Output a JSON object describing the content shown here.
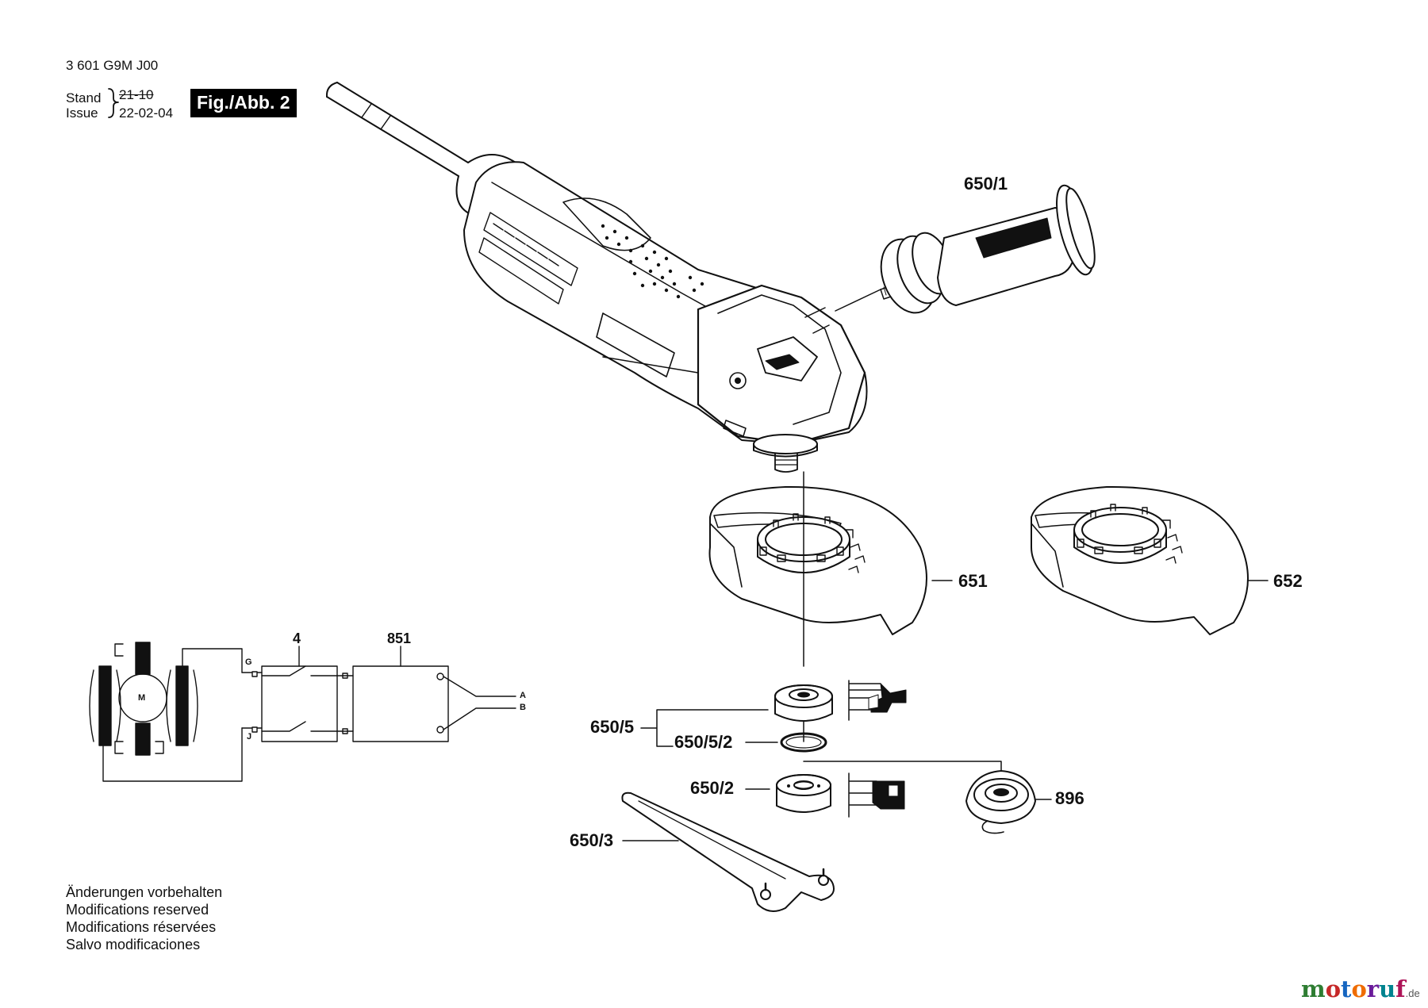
{
  "header": {
    "part_number": "3 601 G9M J00",
    "stand_label": "Stand",
    "issue_label": "Issue",
    "old_date": "21-10",
    "issue_date": "22-02-04",
    "figure_label": "Fig./Abb. 2"
  },
  "notes": [
    "Änderungen vorbehalten",
    "Modifications reserved",
    "Modifications réservées",
    "Salvo modificaciones"
  ],
  "parts": {
    "aux_handle": "650/1",
    "guard_a": "651",
    "guard_b": "652",
    "flange_assembly": "650/5",
    "o_ring": "650/5/2",
    "clamp_nut": "650/2",
    "quick_nut": "896",
    "spanner": "650/3"
  },
  "wiring": {
    "switch_label": "4",
    "module_label": "851",
    "motor_label": "M",
    "terminal_g": "G",
    "terminal_j": "J",
    "output_a": "A",
    "output_b": "B"
  },
  "brand": {
    "letters": [
      "m",
      "o",
      "t",
      "o",
      "r",
      "u",
      "f"
    ],
    "letter_colors": [
      "#2e7d32",
      "#c62828",
      "#1565c0",
      "#ef6c00",
      "#6a1b9a",
      "#00838f",
      "#ad1457"
    ],
    "suffix": ".de"
  }
}
